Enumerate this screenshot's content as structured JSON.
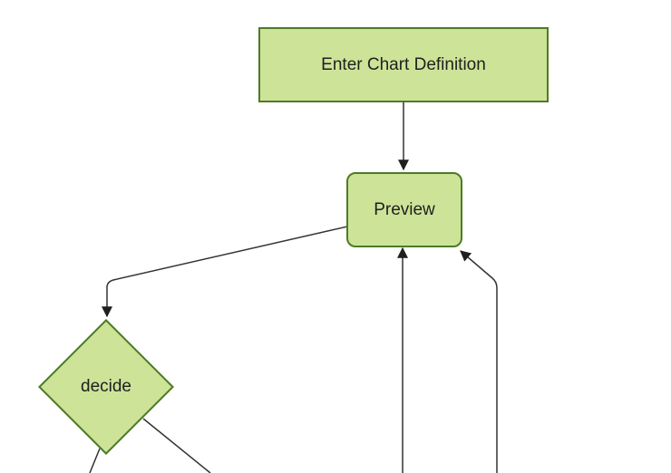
{
  "diagram": {
    "type": "flowchart",
    "background": "#ffffff",
    "colors": {
      "canvas_bg": "#ffffff",
      "node_fill": "#cde498",
      "node_border": "#4e7a27",
      "edge_line": "#333333",
      "arrowhead": "#1f1f1f",
      "label_text": "#1f1f1f"
    },
    "nodes": {
      "enter_chart_definition": {
        "label": "Enter Chart Definition",
        "shape": "rectangle"
      },
      "preview": {
        "label": "Preview",
        "shape": "rounded-rectangle"
      },
      "decide": {
        "label": "decide",
        "shape": "diamond"
      }
    },
    "edges": [
      {
        "from": "enter_chart_definition",
        "to": "preview",
        "arrowhead": true
      },
      {
        "from": "preview",
        "to": "decide",
        "arrowhead": true
      },
      {
        "from": "offscreen_bottom",
        "to": "preview",
        "arrowhead": true
      },
      {
        "from": "offscreen_bottom_right",
        "to": "preview",
        "arrowhead": true
      },
      {
        "from": "decide",
        "to": "offscreen_bottom_left",
        "arrowhead": false
      },
      {
        "from": "decide",
        "to": "offscreen_bottom_right",
        "arrowhead": false
      }
    ]
  }
}
